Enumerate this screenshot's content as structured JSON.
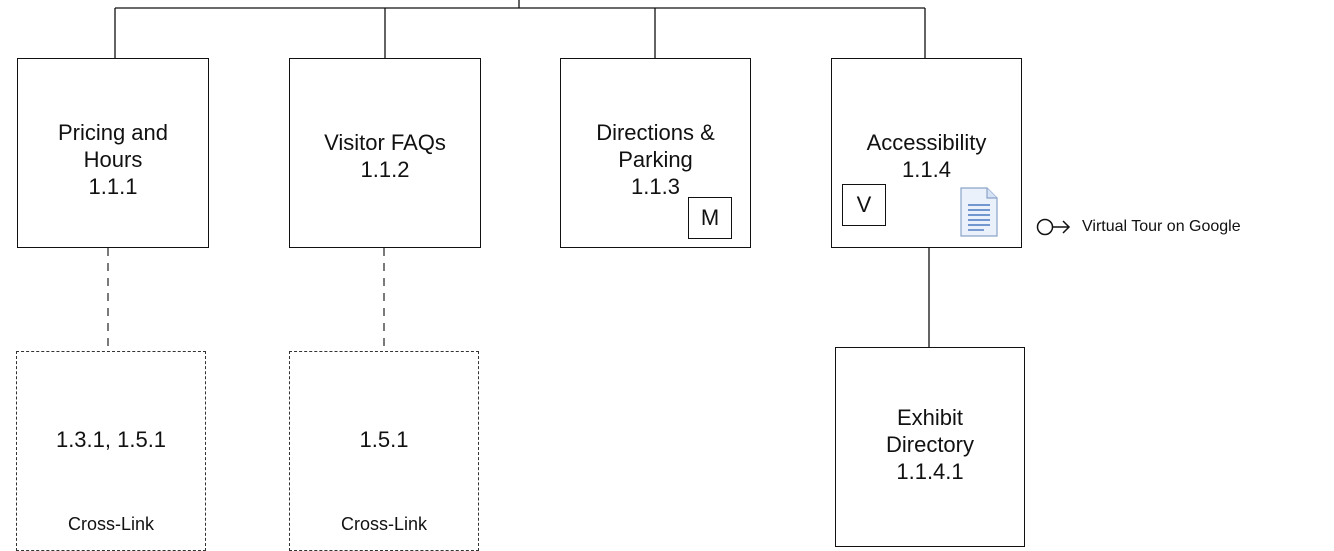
{
  "nodes": [
    {
      "id": "pricing",
      "lines": [
        "Pricing and",
        "Hours",
        "1.1.1"
      ]
    },
    {
      "id": "faqs",
      "lines": [
        "Visitor FAQs",
        "1.1.2"
      ]
    },
    {
      "id": "directions",
      "lines": [
        "Directions &",
        "Parking",
        "1.1.3"
      ],
      "badge": "M"
    },
    {
      "id": "accessibility",
      "lines": [
        "Accessibility",
        "1.1.4"
      ],
      "badge": "V",
      "icon": "document-icon"
    },
    {
      "id": "exhibit",
      "lines": [
        "Exhibit",
        "Directory",
        "1.1.4.1"
      ]
    }
  ],
  "cross_links": [
    {
      "id": "cross-pricing",
      "refs": "1.3.1, 1.5.1",
      "label": "Cross-Link"
    },
    {
      "id": "cross-faqs",
      "refs": "1.5.1",
      "label": "Cross-Link"
    }
  ],
  "external_link": {
    "icon": "external-link-arrow-icon",
    "label": "Virtual Tour on Google"
  },
  "colors": {
    "line": "#111111",
    "doc_icon_fill": "#eaf1fb",
    "doc_icon_stroke": "#8aa3c8",
    "doc_icon_lines": "#4a78c2"
  }
}
